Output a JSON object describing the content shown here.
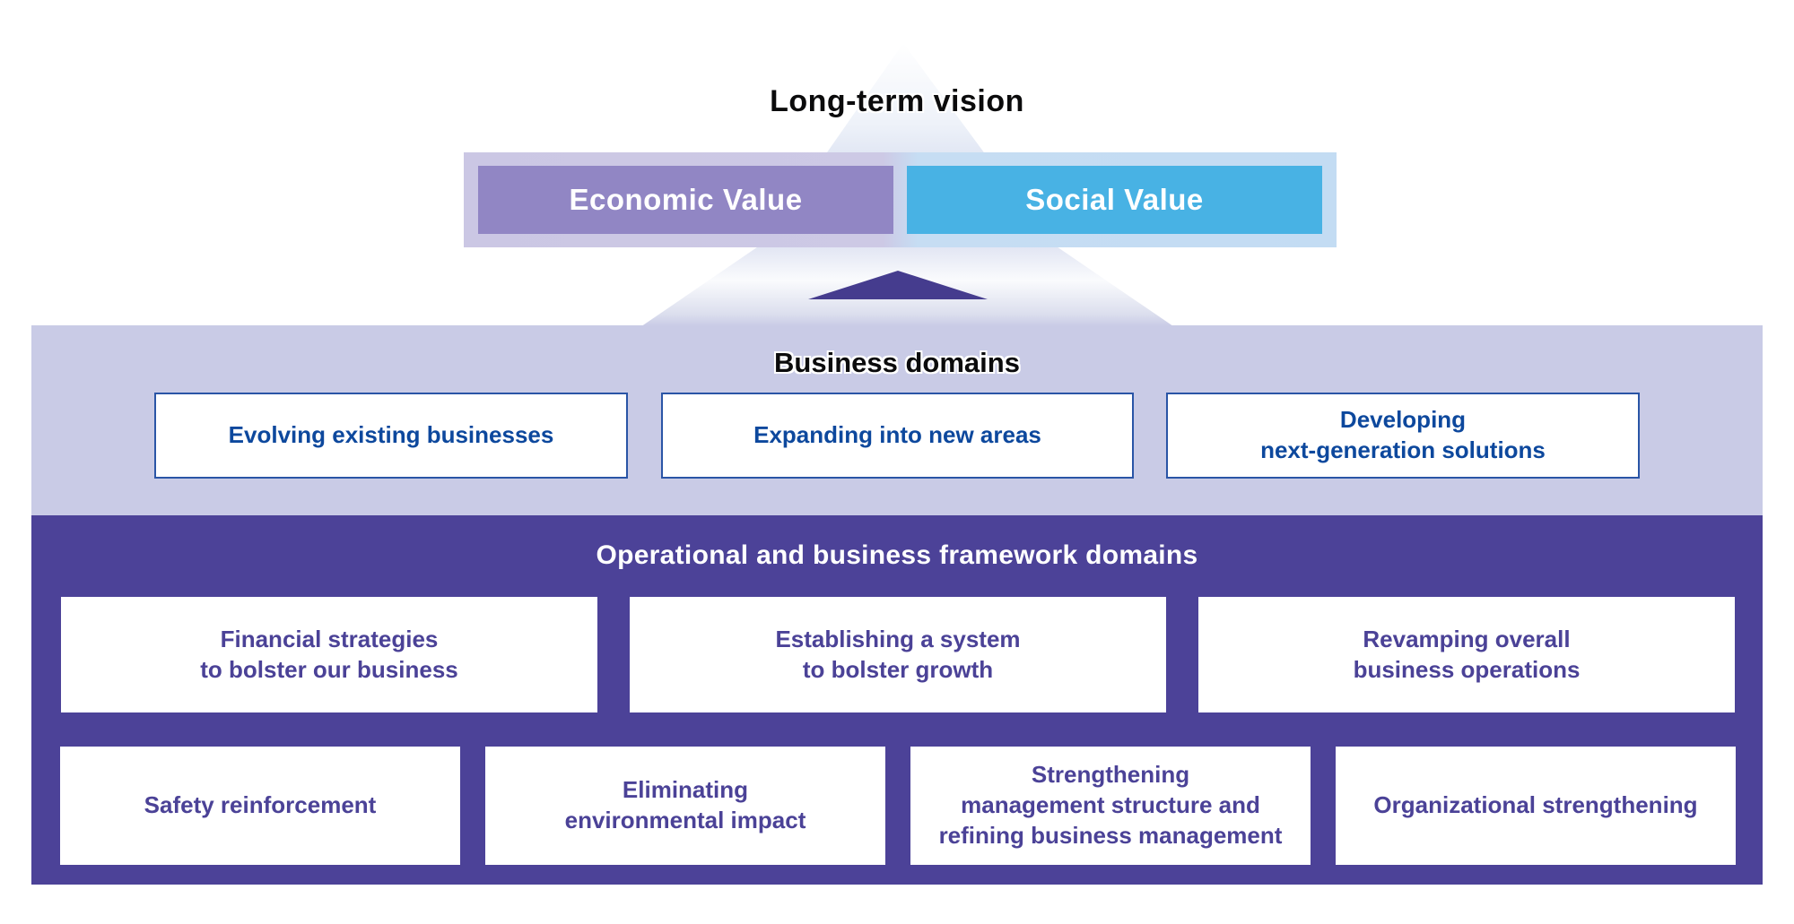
{
  "title": "Long-term vision",
  "vision_values": {
    "economic_label": "Economic Value",
    "social_label": "Social Value"
  },
  "business_domains": {
    "heading": "Business domains",
    "boxes": [
      {
        "label": "Evolving existing businesses"
      },
      {
        "label": "Expanding into new areas"
      },
      {
        "label": "Developing\nnext-generation solutions"
      }
    ]
  },
  "operational_domains": {
    "heading": "Operational and business framework domains",
    "row1": [
      {
        "label": "Financial strategies\nto bolster our business"
      },
      {
        "label": "Establishing a system\nto bolster growth"
      },
      {
        "label": "Revamping overall\nbusiness operations"
      }
    ],
    "row2": [
      {
        "label": "Safety reinforcement"
      },
      {
        "label": "Eliminating\nenvironmental impact"
      },
      {
        "label": "Strengthening\nmanagement structure and\nrefining business management"
      },
      {
        "label": "Organizational strengthening"
      }
    ]
  },
  "colors": {
    "economic_value_bg": "#9186c4",
    "social_value_bg": "#48b2e4",
    "value_frame_left": "#cbc7e4",
    "value_frame_right": "#c3dcf3",
    "band_bg": "#c9cbe6",
    "beam_tint": "#868cc2",
    "section_bg": "#4c4298",
    "arrow": "#453c8e",
    "band_box_border": "#2a55a6",
    "band_box_text": "#0d489d",
    "section_box_text": "#4b4297"
  }
}
